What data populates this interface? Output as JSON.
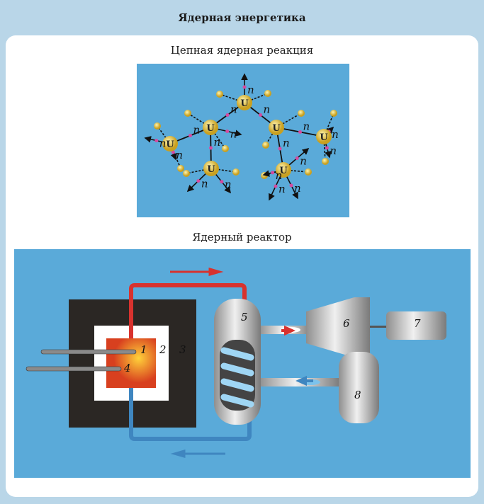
{
  "header": {
    "title": "Ядерная энергетика"
  },
  "chain_reaction": {
    "caption": "Цепная ядерная реакция",
    "nucleus_label": "U",
    "neutron_label": "n"
  },
  "reactor": {
    "caption": "Ядерный реактор",
    "part_numbers": [
      "1",
      "2",
      "3",
      "4",
      "5",
      "6",
      "7",
      "8"
    ]
  },
  "colors": {
    "diagram_bg": "#5aaad9",
    "hot": "#d8322e",
    "cold": "#3f86c0",
    "core": "#e8642a",
    "shield": "#2b2724"
  }
}
